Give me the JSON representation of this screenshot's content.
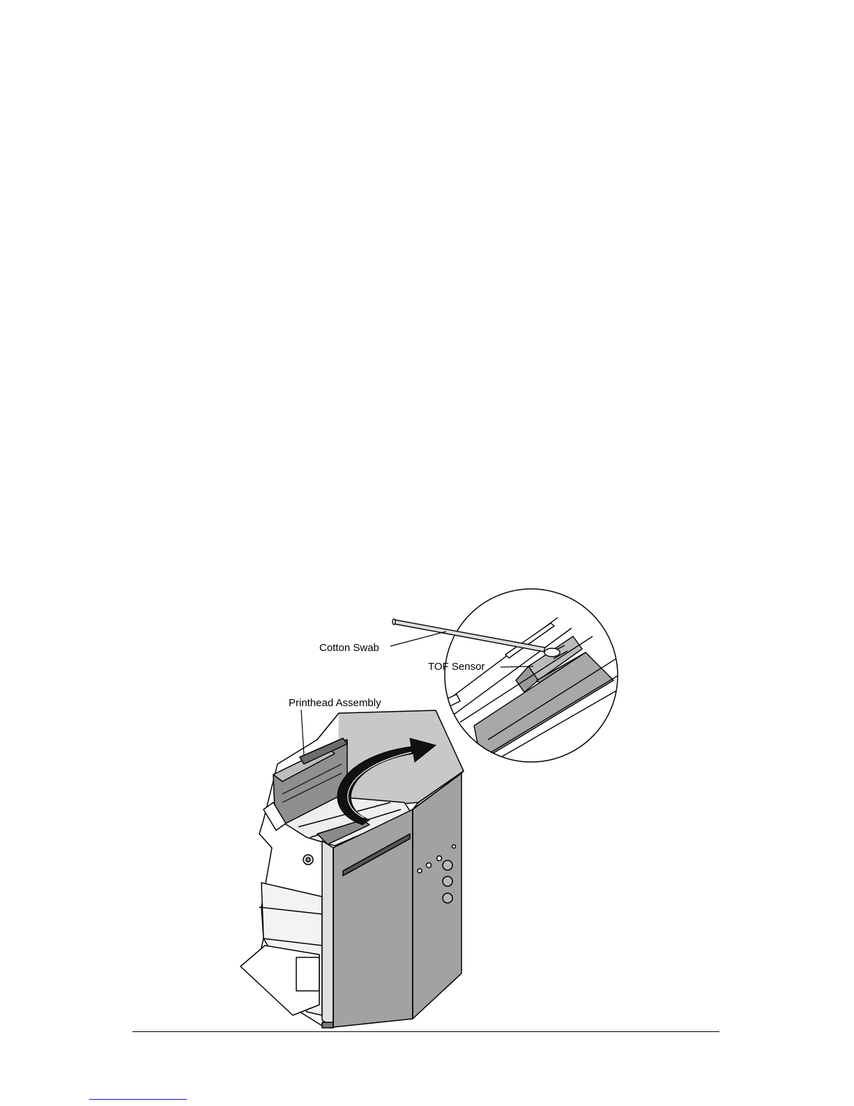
{
  "figure": {
    "callouts": {
      "cotton_swab": "Cotton Swab",
      "tof_sensor": "TOF Sensor",
      "printhead_assembly": "Printhead Assembly"
    }
  },
  "colors": {
    "panel_gray": "#a2a2a2",
    "dark_gray": "#5a5a5a",
    "line": "#000000",
    "link_underline": "#1a1adb"
  }
}
